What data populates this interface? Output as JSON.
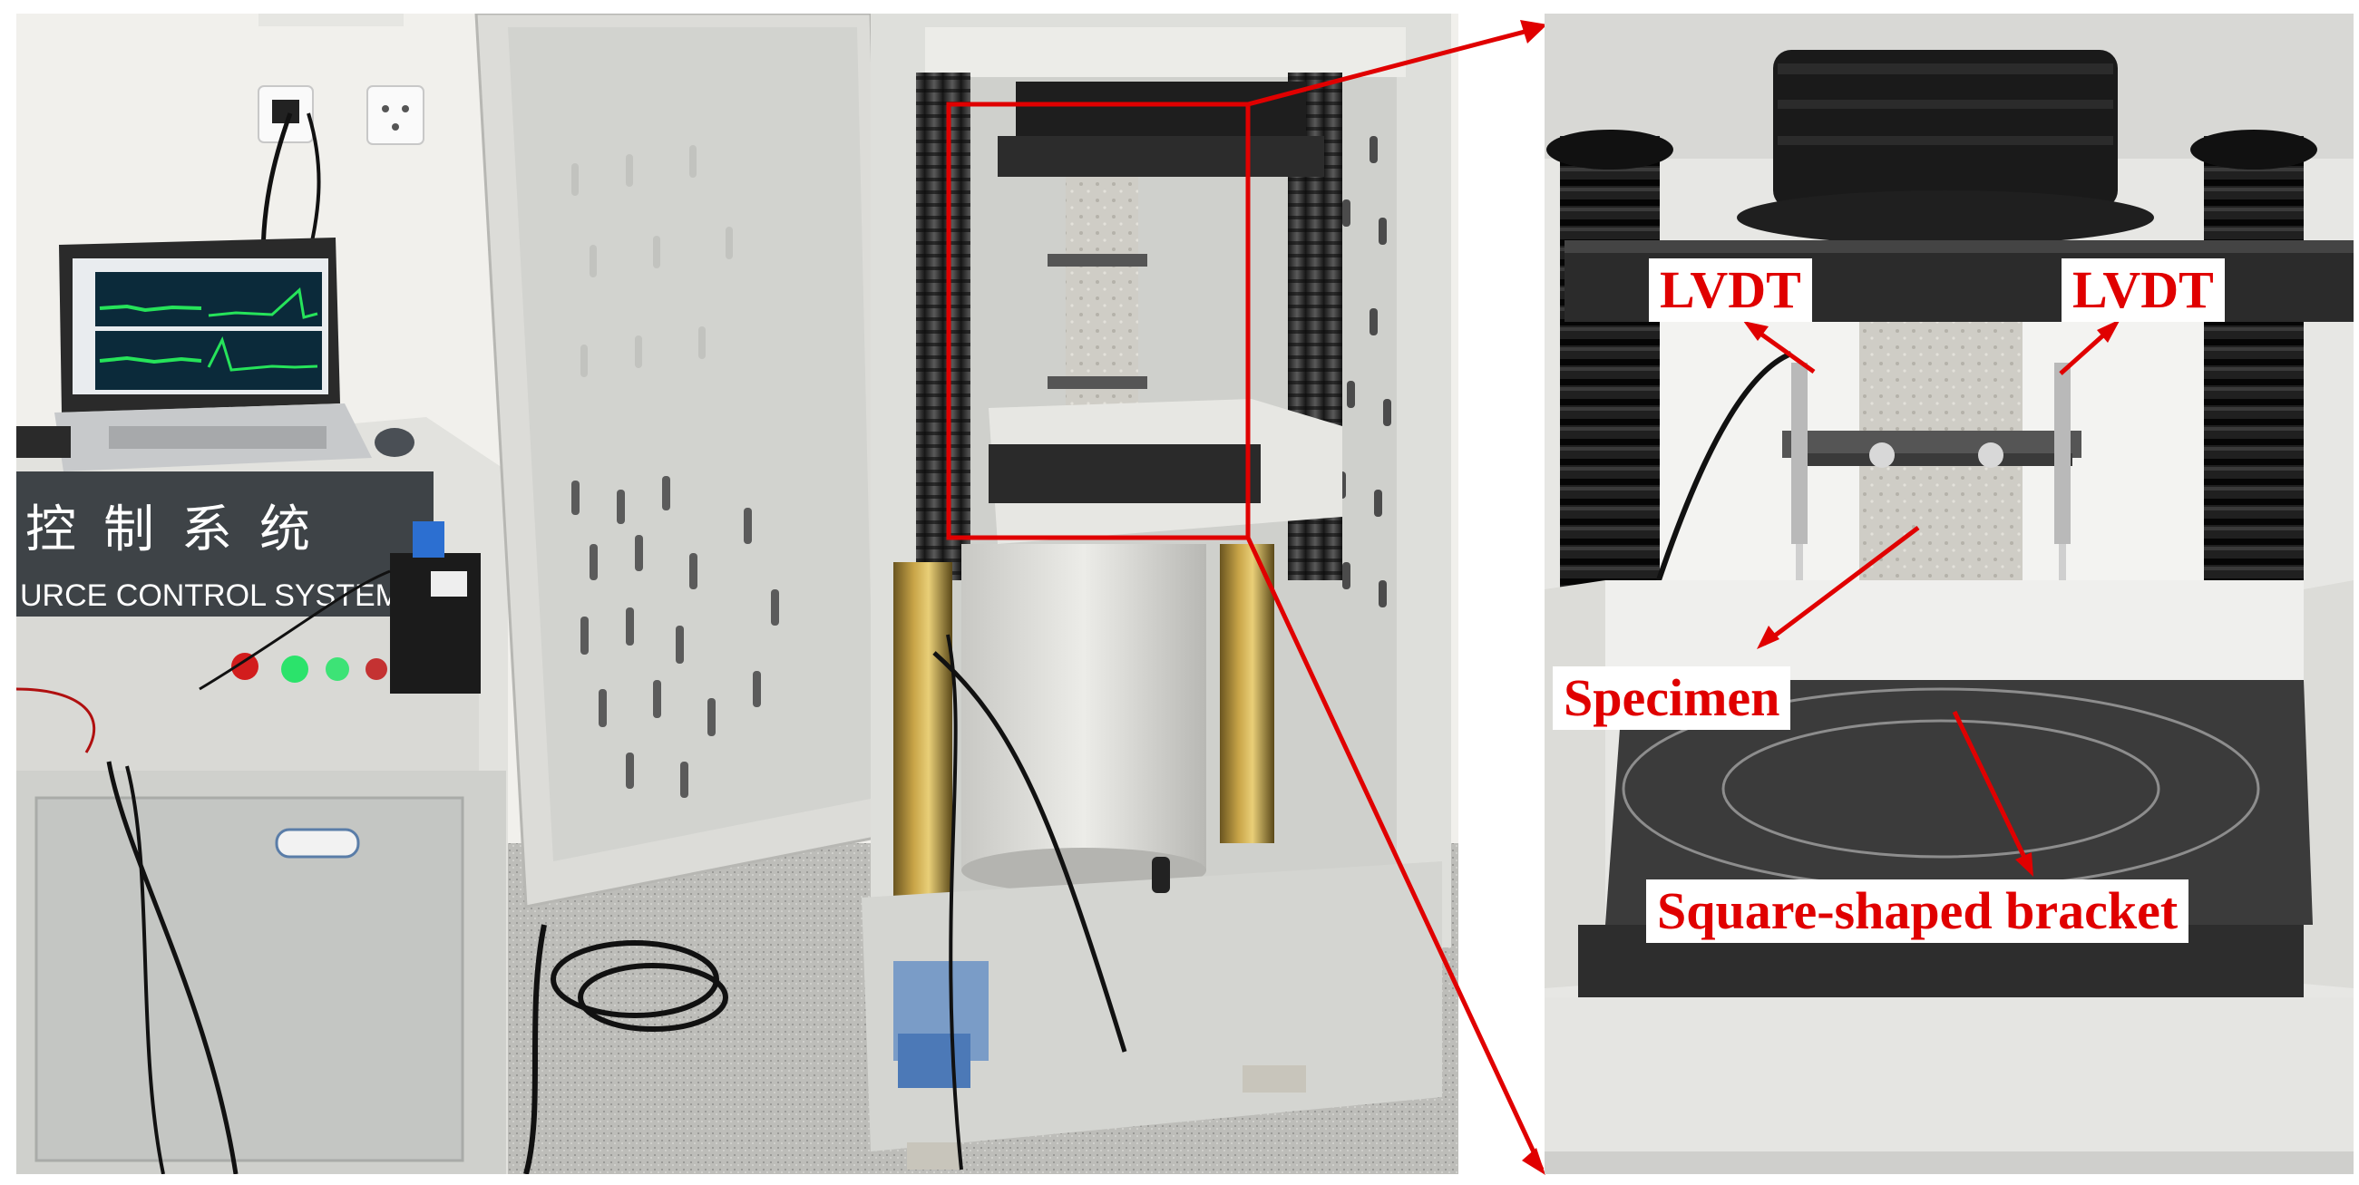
{
  "left_photo": {
    "sign_cn": "控制系统",
    "sign_en": "URCE CONTROL SYSTEM"
  },
  "right_photo": {
    "labels": {
      "lvdt_left": "LVDT",
      "lvdt_right": "LVDT",
      "specimen": "Specimen",
      "bracket": "Square-shaped bracket"
    }
  },
  "colors": {
    "annotation": "#e00000",
    "label_background": "#ffffff"
  }
}
